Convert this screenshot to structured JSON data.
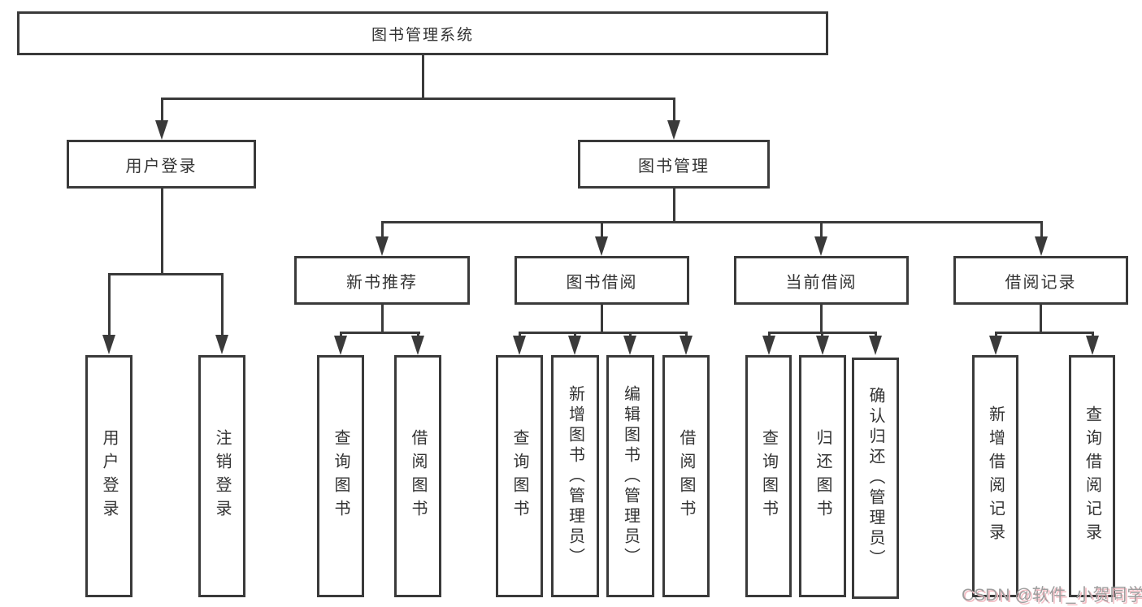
{
  "colors": {
    "line": "#3a3a3a",
    "text": "#333333",
    "background": "#ffffff",
    "watermark_gray": "#9e9e9e",
    "watermark_pink": "#f2bcc3"
  },
  "tree": {
    "root": {
      "label": "图书管理系统"
    },
    "branches": [
      {
        "label": "用户登录",
        "leaves": [
          {
            "label": "用户登录"
          },
          {
            "label": "注销登录"
          }
        ]
      },
      {
        "label": "图书管理",
        "groups": [
          {
            "label": "新书推荐",
            "leaves": [
              {
                "label": "查询图书"
              },
              {
                "label": "借阅图书"
              }
            ]
          },
          {
            "label": "图书借阅",
            "leaves": [
              {
                "label": "查询图书"
              },
              {
                "label": "新增图书（管理员）"
              },
              {
                "label": "编辑图书（管理员）"
              },
              {
                "label": "借阅图书"
              }
            ]
          },
          {
            "label": "当前借阅",
            "leaves": [
              {
                "label": "查询图书"
              },
              {
                "label": "归还图书"
              },
              {
                "label": "确认归还（管理员）"
              }
            ]
          },
          {
            "label": "借阅记录",
            "leaves": [
              {
                "label": "新增借阅记录"
              },
              {
                "label": "查询借阅记录"
              }
            ]
          }
        ]
      }
    ]
  },
  "watermark": {
    "text": "CSDN @软件_小贺同学"
  }
}
